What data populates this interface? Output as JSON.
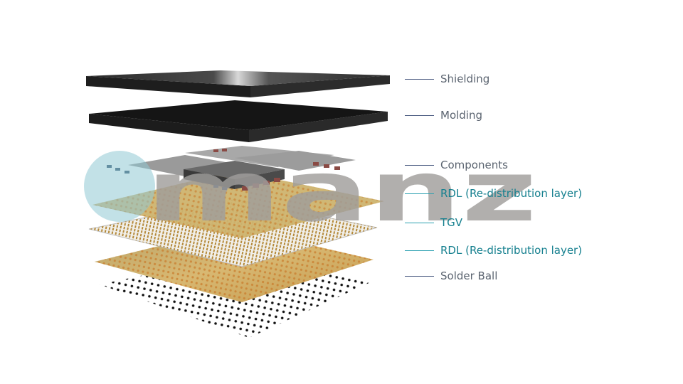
{
  "labels": [
    {
      "text": "Shielding",
      "style": "grey"
    },
    {
      "text": "Molding",
      "style": "grey"
    },
    {
      "text": "Components",
      "style": "grey"
    },
    {
      "text": "RDL (Re-distribution layer)",
      "style": "teal"
    },
    {
      "text": "TGV",
      "style": "teal"
    },
    {
      "text": "RDL (Re-distribution layer)",
      "style": "teal"
    },
    {
      "text": "Solder Ball",
      "style": "grey"
    }
  ],
  "watermark": {
    "text": "manz"
  },
  "colors": {
    "grey_text": "#5b6470",
    "teal_text": "#16808f",
    "slab": "#222222",
    "rdl": "#c9a85a"
  }
}
